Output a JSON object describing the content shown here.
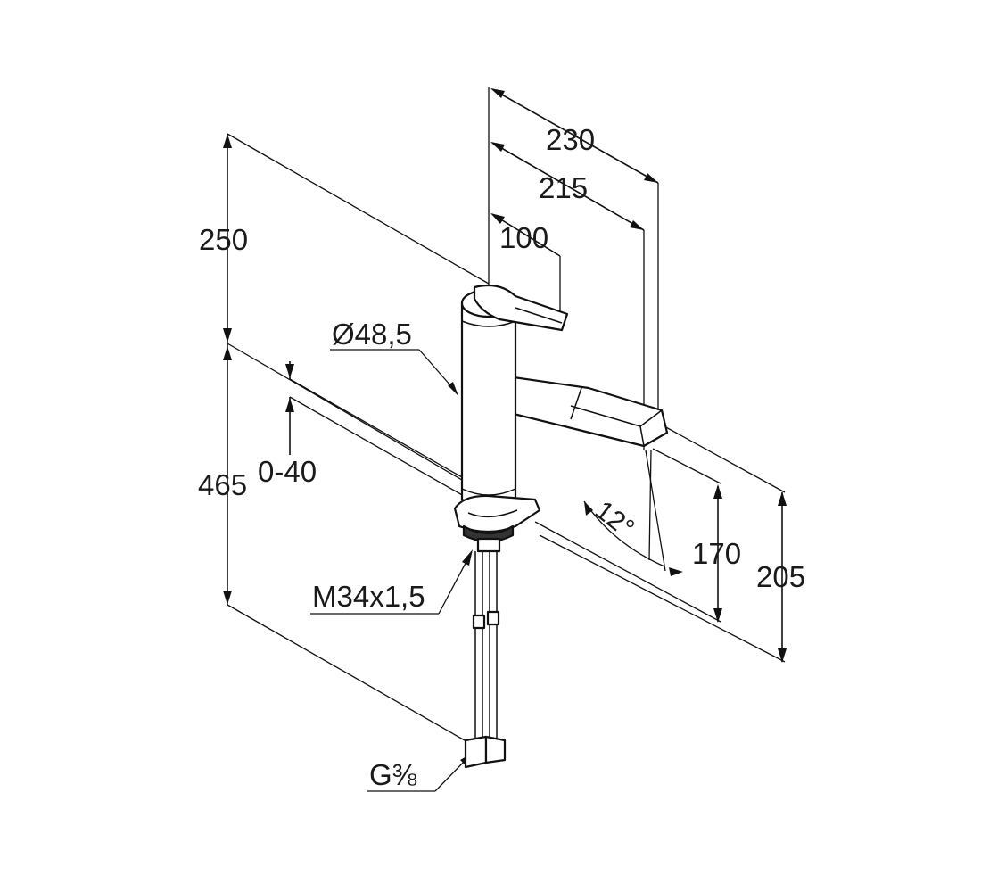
{
  "dimensions": {
    "d230": "230",
    "d215": "215",
    "d100": "100",
    "d250": "250",
    "d465": "465",
    "d040": "0-40",
    "diameter": "Ø48,5",
    "d170": "170",
    "d205": "205",
    "angle": "12°",
    "thread": "M34x1,5",
    "connection": "G⅜"
  }
}
